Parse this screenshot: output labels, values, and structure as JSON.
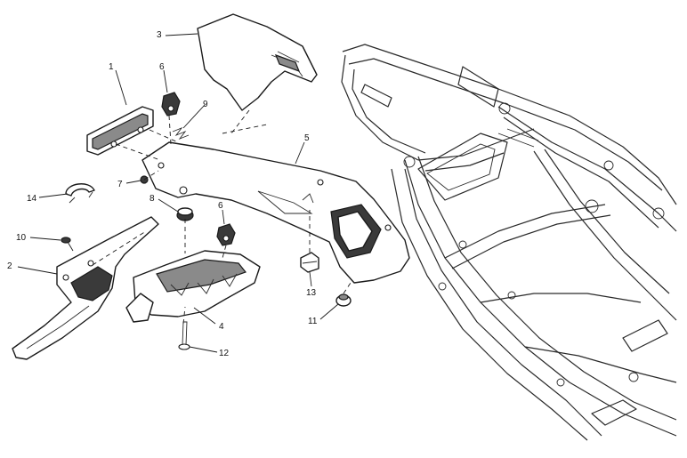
{
  "callouts": [
    {
      "id": "c1",
      "label": "1"
    },
    {
      "id": "c2",
      "label": "2"
    },
    {
      "id": "c3",
      "label": "3"
    },
    {
      "id": "c4",
      "label": "4"
    },
    {
      "id": "c5",
      "label": "5"
    },
    {
      "id": "c6a",
      "label": "6"
    },
    {
      "id": "c6b",
      "label": "6"
    },
    {
      "id": "c7",
      "label": "7"
    },
    {
      "id": "c8",
      "label": "8"
    },
    {
      "id": "c9",
      "label": "9"
    },
    {
      "id": "c10",
      "label": "10"
    },
    {
      "id": "c11",
      "label": "11"
    },
    {
      "id": "c12",
      "label": "12"
    },
    {
      "id": "c13",
      "label": "13"
    },
    {
      "id": "c14",
      "label": "14"
    }
  ]
}
